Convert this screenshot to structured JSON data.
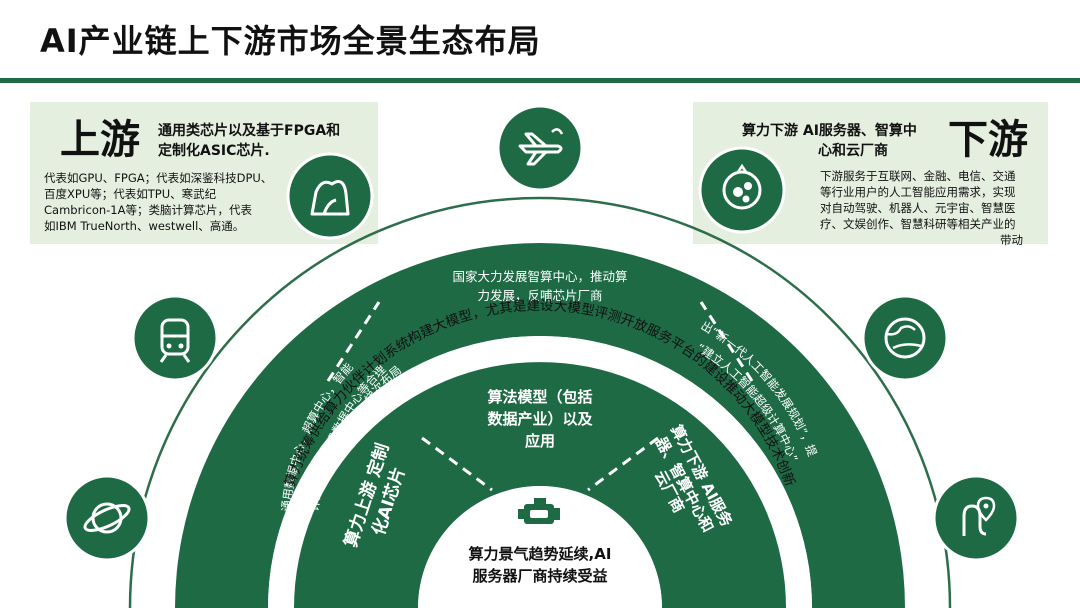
{
  "title": "AI产业链上下游市场全景生态布局",
  "upstream": {
    "label": "上游",
    "headline_1": "通用类芯片以及基于FPGA和",
    "headline_2": "定制化ASIC芯片.",
    "lines": [
      "代表如GPU、FPGA；代表如深鉴科技DPU、",
      "百度XPU等；代表如TPU、寒武纪",
      "Cambricon-1A等；类脑计算芯片，代表",
      "如IBM TrueNorth、westwell、高通。"
    ]
  },
  "downstream": {
    "label": "下游",
    "headline_1": "算力下游 AI服务器、智算中",
    "headline_2": "心和云厂商",
    "lines": [
      "下游服务于互联网、金融、电信、交通",
      "等行业用户的人工智能应用需求，实现",
      "对自动驾驶、机器人、元宇宙、智慧医",
      "疗、文娱创作、智慧科研等相关产业的",
      "带动"
    ]
  },
  "outer_band": {
    "top_1": "国家大力发展智算中心，推动算",
    "top_2": "力发展，反哺芯片厂商",
    "left_1": "通用数据中心，超算中心，智能",
    "left_2": "计算中心，边缘数据中心等合理",
    "left_3": "梯次布局",
    "right_1": "出“新一代人工智能发展规划”，提",
    "right_2": "“建立人工智能超级计算中心”"
  },
  "middle_band": {
    "arc_text": "算力统筹供给算力伙伴计划系统构建大模型，尤其是建设大模型评测开放服务平台的建设推动大模型技术创新"
  },
  "inner_band": {
    "left_1": "算力上游 定制",
    "left_2": "化AI芯片",
    "center_1": "算法模型（包括",
    "center_2": "数据产业）以及",
    "center_3": "应用",
    "right_1": "算力下游 AI服务",
    "right_2": "器、智算中心和",
    "right_3": "云厂商"
  },
  "core": {
    "line_1": "算力景气趋势延续,AI",
    "line_2": "服务器厂商持续受益"
  },
  "icons": [
    "planet-icon",
    "train-icon",
    "mountain-icon",
    "airplane-icon",
    "globe-fruit-icon",
    "map-globe-icon",
    "route-pin-icon",
    "engine-icon"
  ],
  "colors": {
    "primary": "#1e6a45",
    "light_bg": "#e5efe0",
    "arc_line": "#2d6e4a"
  }
}
